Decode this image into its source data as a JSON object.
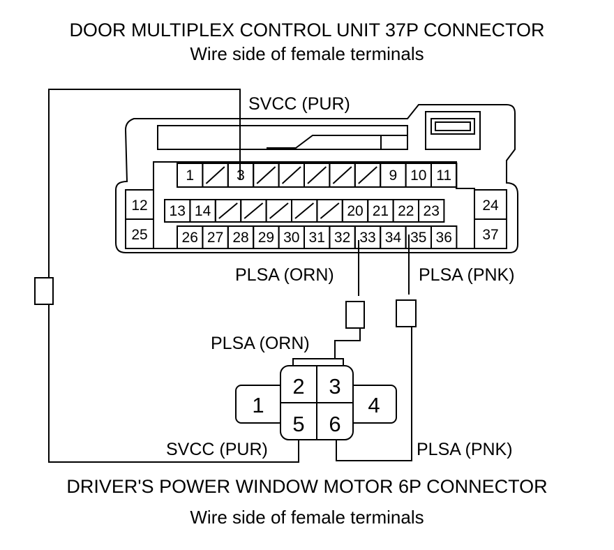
{
  "top_connector": {
    "title": "DOOR MULTIPLEX CONTROL UNIT 37P CONNECTOR",
    "subtitle": "Wire side of female terminals",
    "row1": [
      {
        "label": "1"
      },
      {
        "label": "",
        "empty": true
      },
      {
        "label": "3"
      },
      {
        "label": "",
        "empty": true
      },
      {
        "label": "",
        "empty": true
      },
      {
        "label": "",
        "empty": true
      },
      {
        "label": "",
        "empty": true
      },
      {
        "label": "",
        "empty": true
      },
      {
        "label": "9"
      },
      {
        "label": "10"
      },
      {
        "label": "11"
      }
    ],
    "row2": [
      {
        "label": "13"
      },
      {
        "label": "14"
      },
      {
        "label": "",
        "empty": true
      },
      {
        "label": "",
        "empty": true
      },
      {
        "label": "",
        "empty": true
      },
      {
        "label": "",
        "empty": true
      },
      {
        "label": "",
        "empty": true
      },
      {
        "label": "20"
      },
      {
        "label": "21"
      },
      {
        "label": "22"
      },
      {
        "label": "23"
      }
    ],
    "row3": [
      {
        "label": "26"
      },
      {
        "label": "27"
      },
      {
        "label": "28"
      },
      {
        "label": "29"
      },
      {
        "label": "30"
      },
      {
        "label": "31"
      },
      {
        "label": "32"
      },
      {
        "label": "33"
      },
      {
        "label": "34"
      },
      {
        "label": "35"
      },
      {
        "label": "36"
      }
    ],
    "side_left": [
      "12",
      "25"
    ],
    "side_right": [
      "24",
      "37"
    ]
  },
  "bottom_connector": {
    "title": "DRIVER'S POWER WINDOW MOTOR 6P CONNECTOR",
    "subtitle": "Wire side of female terminals",
    "pins": [
      "1",
      "2",
      "3",
      "4",
      "5",
      "6"
    ]
  },
  "wire_labels": {
    "svcc_top": "SVCC (PUR)",
    "plsa_orn_top": "PLSA (ORN)",
    "plsa_pnk_top": "PLSA (PNK)",
    "plsa_orn_bottom": "PLSA (ORN)",
    "svcc_bottom": "SVCC (PUR)",
    "plsa_pnk_bottom": "PLSA (PNK)"
  }
}
